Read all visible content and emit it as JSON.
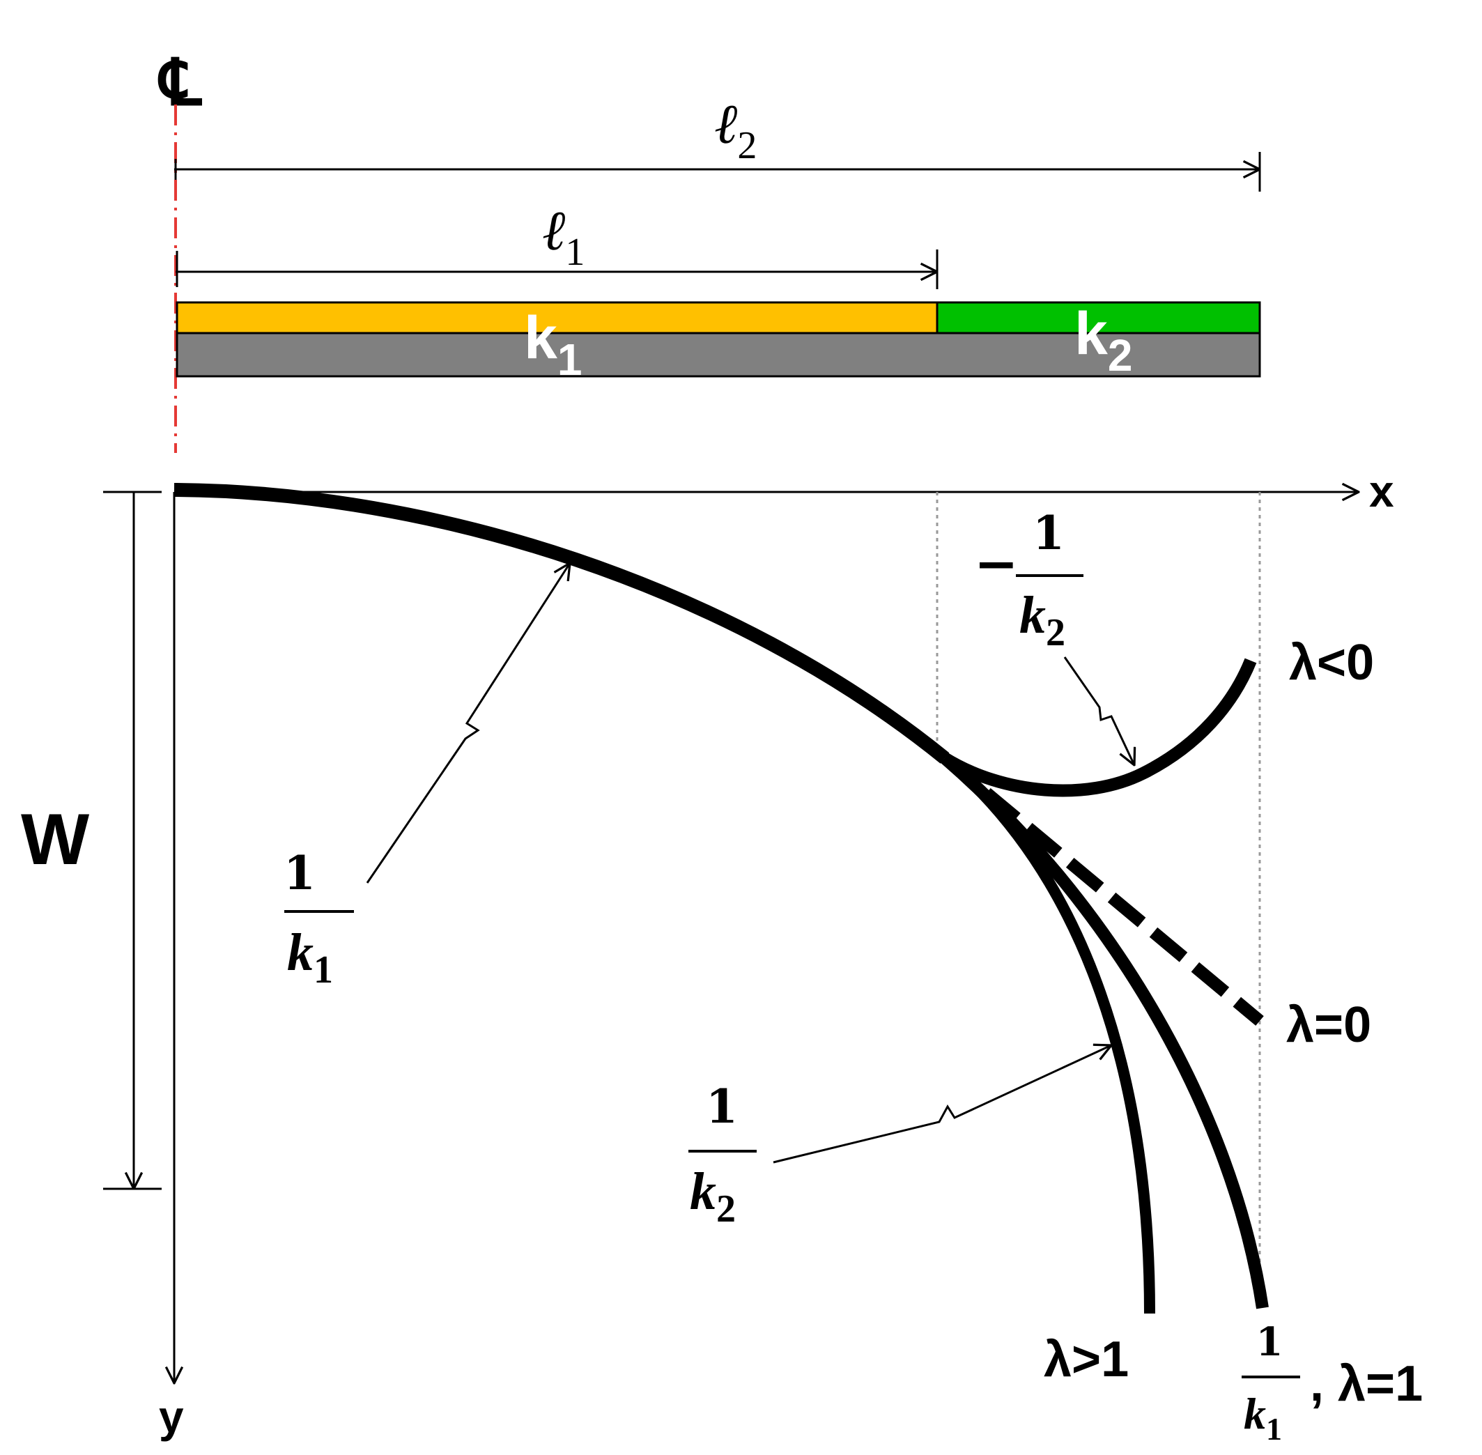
{
  "centerline": {
    "symbol": "℄",
    "color": "#e53935"
  },
  "dimensions": {
    "l2": {
      "base": "ℓ",
      "sub": "2"
    },
    "l1": {
      "base": "ℓ",
      "sub": "1"
    },
    "w": "W"
  },
  "beam": {
    "segment1": {
      "base": "k",
      "sub": "1",
      "color": "#FFC000"
    },
    "segment2": {
      "base": "k",
      "sub": "2",
      "color": "#00C000"
    },
    "substrate_color": "#808080"
  },
  "axes": {
    "x": "x",
    "y": "y"
  },
  "curvature_labels": {
    "one_over_k1": {
      "num": "1",
      "den_base": "k",
      "den_sub": "1"
    },
    "minus_one_over_k2": {
      "sign": "−",
      "num": "1",
      "den_base": "k",
      "den_sub": "2"
    },
    "one_over_k2": {
      "num": "1",
      "den_base": "k",
      "den_sub": "2"
    },
    "end_one_over_k1": {
      "num": "1",
      "den_base": "k",
      "den_sub": "1"
    }
  },
  "lambda_labels": {
    "neg": "λ<0",
    "zero": "λ=0",
    "gt1": "λ>1",
    "one": ", λ=1"
  }
}
